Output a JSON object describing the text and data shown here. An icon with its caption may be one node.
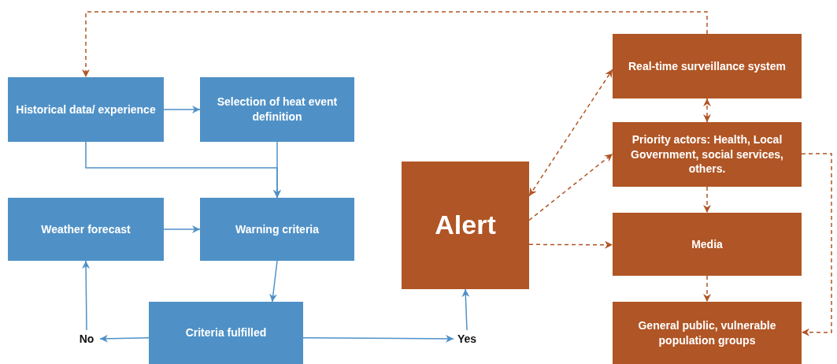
{
  "diagram": {
    "nodes": [
      {
        "text": [
          "Historical data/ experience"
        ]
      },
      {
        "text": [
          "Selection of heat event definition"
        ]
      },
      {
        "text": [
          "Weather forecast"
        ]
      },
      {
        "text": [
          "Warning criteria"
        ]
      },
      {
        "text": [
          "Criteria fulfilled"
        ]
      },
      {
        "text": [
          "No"
        ]
      },
      {
        "text": [
          "Yes"
        ]
      },
      {
        "text": [
          "Alert"
        ]
      },
      {
        "text": [
          "Real-time surveillance system"
        ]
      },
      {
        "text": [
          "Priority actors: Health, Local Government, social services, others."
        ]
      },
      {
        "text": [
          "Media"
        ]
      },
      {
        "text": [
          "General public, vulnerable population groups"
        ]
      }
    ],
    "edges": [
      {
        "from": 0,
        "to": 1,
        "arrow": "to"
      },
      {
        "from": 0,
        "to": 3,
        "arrow": "to"
      },
      {
        "from": 1,
        "to": 3,
        "arrow": "to"
      },
      {
        "from": 2,
        "to": 3,
        "arrow": "to"
      },
      {
        "from": 3,
        "to": 4,
        "arrow": "to"
      },
      {
        "from": 4,
        "to": 5,
        "arrow": "to"
      },
      {
        "from": 5,
        "to": 2,
        "arrow": "to"
      },
      {
        "from": 4,
        "to": 6,
        "arrow": "to"
      },
      {
        "from": 6,
        "to": 7,
        "arrow": "to"
      },
      {
        "from": 7,
        "to": 8,
        "arrow": "both",
        "style": "dashed",
        "color": "#b05525"
      },
      {
        "from": 7,
        "to": 9,
        "arrow": "to",
        "style": "dashed",
        "color": "#b05525"
      },
      {
        "from": 7,
        "to": 10,
        "arrow": "to",
        "style": "dashed",
        "color": "#b05525"
      },
      {
        "from": 8,
        "to": 9,
        "arrow": "both",
        "style": "dashed",
        "color": "#b05525"
      },
      {
        "from": 9,
        "to": 10,
        "arrow": "to",
        "style": "dashed",
        "color": "#b05525"
      },
      {
        "from": 10,
        "to": 11,
        "arrow": "to",
        "style": "dashed",
        "color": "#b05525"
      },
      {
        "from": 9,
        "to": 11,
        "arrow": "to",
        "style": "dashed",
        "color": "#b05525"
      },
      {
        "from": 8,
        "to": 0,
        "arrow": "to",
        "style": "dashed",
        "color": "#b05525"
      }
    ]
  }
}
